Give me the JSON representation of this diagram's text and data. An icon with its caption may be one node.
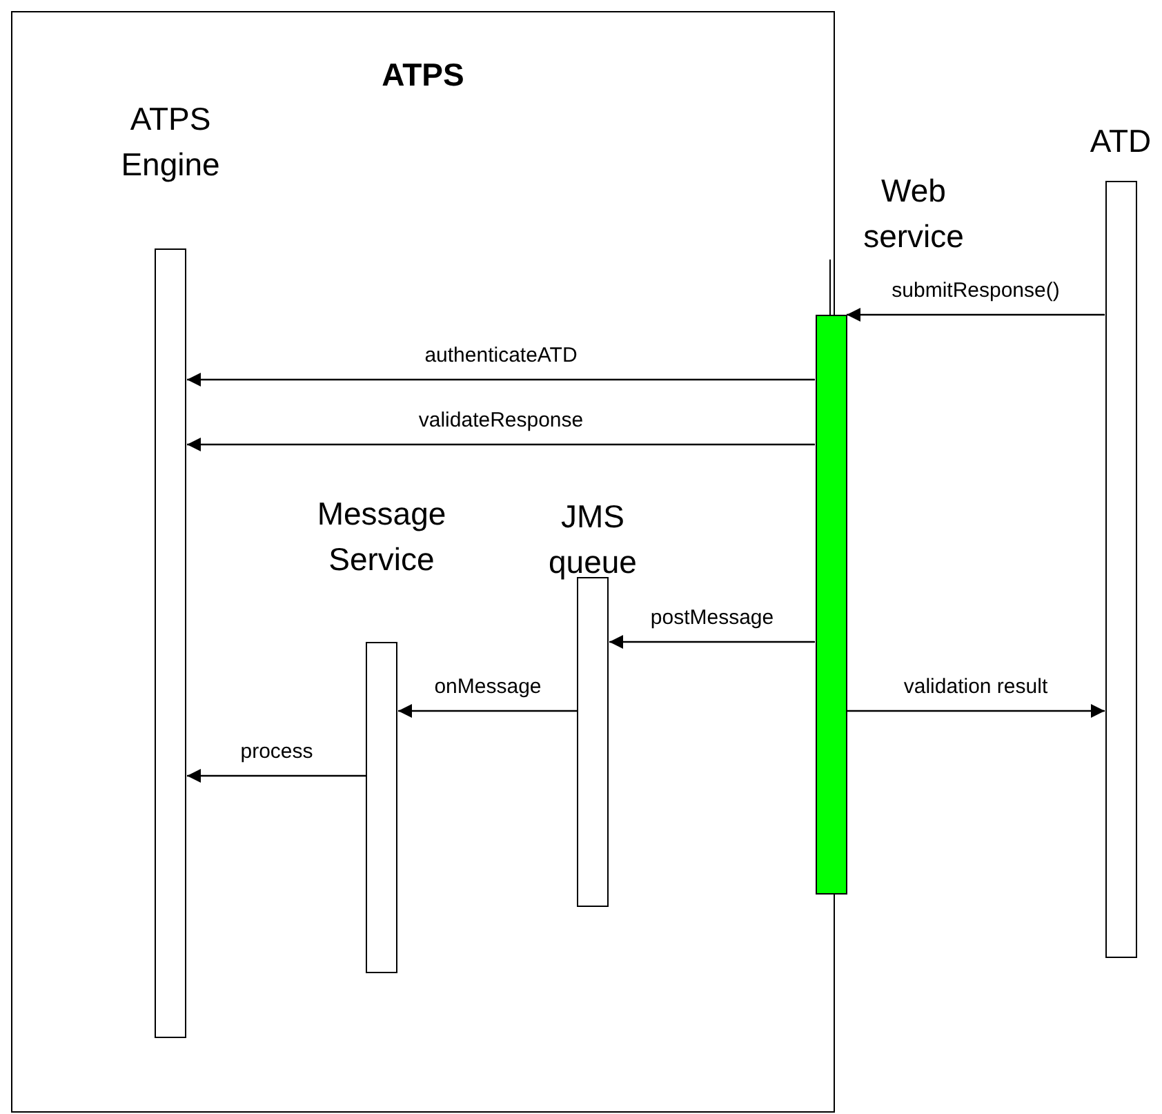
{
  "diagram": {
    "nodes": [
      {
        "text": [
          "ATPS"
        ]
      },
      {
        "text": [
          "ATPS Engine"
        ],
        "in": 0
      },
      {
        "text": [
          "Web service"
        ]
      },
      {
        "text": [
          "ATD"
        ]
      },
      {
        "text": [
          "JMS queue"
        ],
        "in": 0
      },
      {
        "text": [
          "Message Service"
        ],
        "in": 0
      }
    ],
    "edges": [
      {
        "from": 3,
        "to": 2,
        "arrow": "to",
        "label": "submitResponse()"
      },
      {
        "from": 2,
        "to": 1,
        "arrow": "to",
        "label": "authenticateATD"
      },
      {
        "from": 2,
        "to": 1,
        "arrow": "to",
        "label": "validateResponse"
      },
      {
        "from": 2,
        "to": 4,
        "arrow": "to",
        "label": "postMessage"
      },
      {
        "from": 4,
        "to": 5,
        "arrow": "to",
        "label": "onMessage"
      },
      {
        "from": 5,
        "to": 1,
        "arrow": "to",
        "label": "process"
      },
      {
        "from": 2,
        "to": 3,
        "arrow": "to",
        "label": "validation result"
      }
    ]
  }
}
